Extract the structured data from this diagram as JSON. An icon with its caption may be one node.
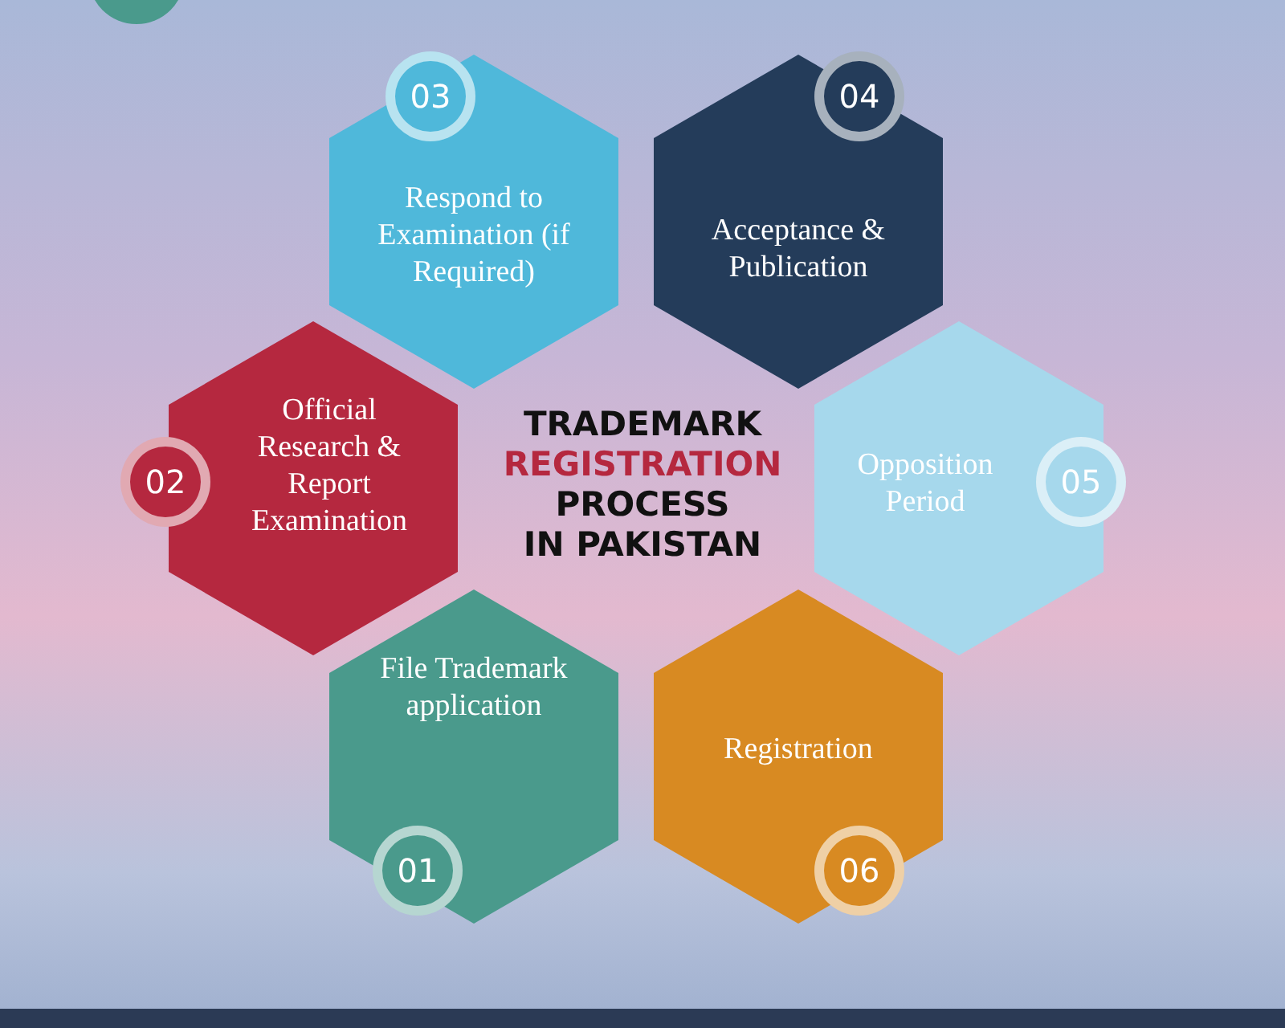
{
  "diagram": {
    "title": "TRADEMARK REGISTRATION PROCESS IN PAKISTAN",
    "nodes": [
      {
        "text": [
          "03",
          "Respond to Examination (if Required)"
        ]
      },
      {
        "text": [
          "04",
          "Acceptance & Publication"
        ]
      },
      {
        "text": [
          "02",
          "Official Research & Report Examination"
        ]
      },
      {
        "text": [
          "Opposition Period",
          "05"
        ]
      },
      {
        "text": [
          "File Trademark application",
          "01"
        ]
      },
      {
        "text": [
          "Registration",
          "06"
        ]
      }
    ]
  }
}
